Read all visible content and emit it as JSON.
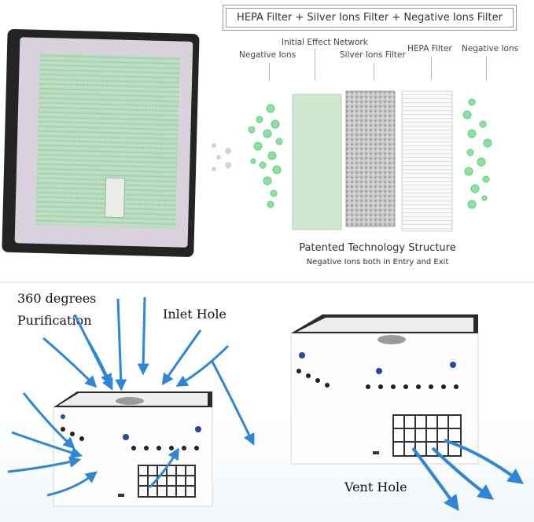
{
  "header": {
    "title": "HEPA Filter + Silver Ions Filter + Negative Ions Filter"
  },
  "layers": {
    "negative_ions_left": "Negative Ions",
    "initial_effect_network": "Initial Effect Network",
    "silver_ions_filter": "Silver Ions Filter",
    "hepa_filter": "HEPA Filter",
    "negative_ions_right": "Negative Ions"
  },
  "structure": {
    "title": "Patented Technology Structure",
    "subtitle": "Negative Ions both in Entry and Exit"
  },
  "left_unit": {
    "label_line1": "360 degrees",
    "label_line2": "Purification",
    "inlet_label": "Inlet Hole"
  },
  "right_unit": {
    "vent_label": "Vent Hole"
  },
  "colors": {
    "filter_green": "#b9dcc0",
    "ion_green": "#5fcf7a",
    "arrow_blue": "#2f86d6",
    "frame_dark": "#2a2a2a"
  }
}
